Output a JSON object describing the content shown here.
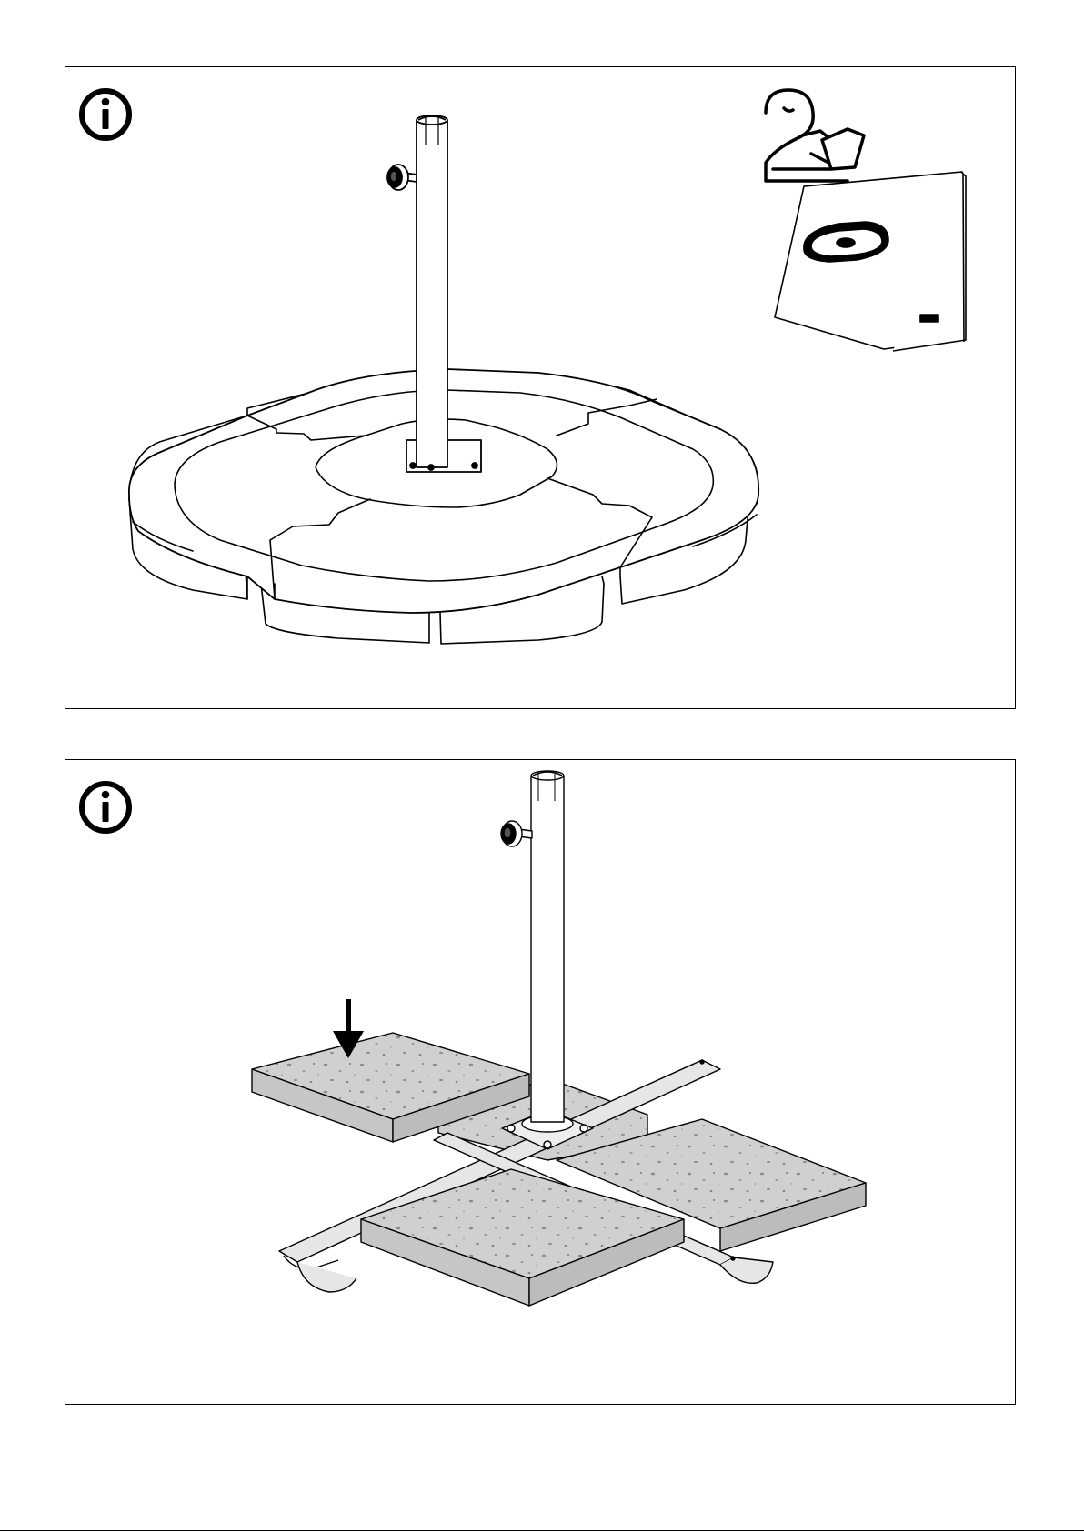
{
  "document": {
    "page_size": "1192x1685",
    "panels": [
      {
        "id": "panel-1",
        "icons": [
          "info-icon",
          "read-manual-icon",
          "booklet-icon"
        ],
        "illustration": "umbrella-base-with-water-tanks"
      },
      {
        "id": "panel-2",
        "icons": [
          "info-icon",
          "arrow-down-icon"
        ],
        "illustration": "umbrella-cross-base-with-concrete-slabs"
      }
    ]
  },
  "colors": {
    "line": "#000000",
    "base_fill": "#ffffff",
    "slab_fill": "#d0d0d0",
    "slab_side": "#bcbcbc",
    "speckle": "#8a8a8a",
    "pole_fill": "#e6e6e6"
  }
}
